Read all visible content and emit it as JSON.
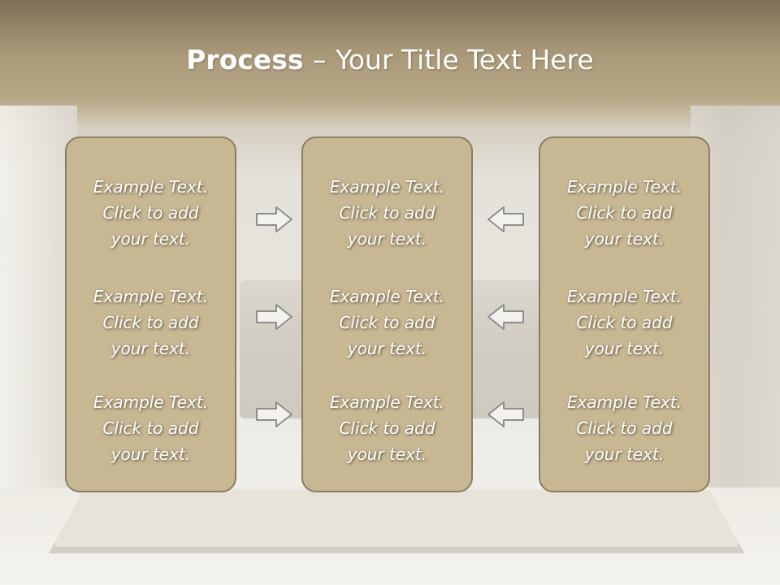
{
  "slide": {
    "title_bold": "Process",
    "title_dash": "–",
    "title_rest": "Your Title Text Here"
  },
  "columns": [
    {
      "blocks": [
        {
          "line1": "Example Text.",
          "line2": "Click  to add",
          "line3": "your text."
        },
        {
          "line1": "Example Text.",
          "line2": "Click  to add",
          "line3": "your text."
        },
        {
          "line1": "Example Text.",
          "line2": "Click  to add",
          "line3": "your text."
        }
      ]
    },
    {
      "blocks": [
        {
          "line1": "Example Text.",
          "line2": "Click  to add",
          "line3": "your text."
        },
        {
          "line1": "Example Text.",
          "line2": "Click  to add",
          "line3": "your text."
        },
        {
          "line1": "Example Text.",
          "line2": "Click  to add",
          "line3": "your text."
        }
      ]
    },
    {
      "blocks": [
        {
          "line1": "Example Text.",
          "line2": "Click  to add",
          "line3": "your text."
        },
        {
          "line1": "Example Text.",
          "line2": "Click  to add",
          "line3": "your text."
        },
        {
          "line1": "Example Text.",
          "line2": "Click  to add",
          "line3": "your text."
        }
      ]
    }
  ],
  "arrows": {
    "left_group": "arrow-right-icon",
    "right_group": "arrow-left-icon"
  },
  "colors": {
    "panel_fill": "#c7b793",
    "panel_border": "#8a7d62",
    "header_band": "#a89878",
    "text": "#ffffff"
  }
}
